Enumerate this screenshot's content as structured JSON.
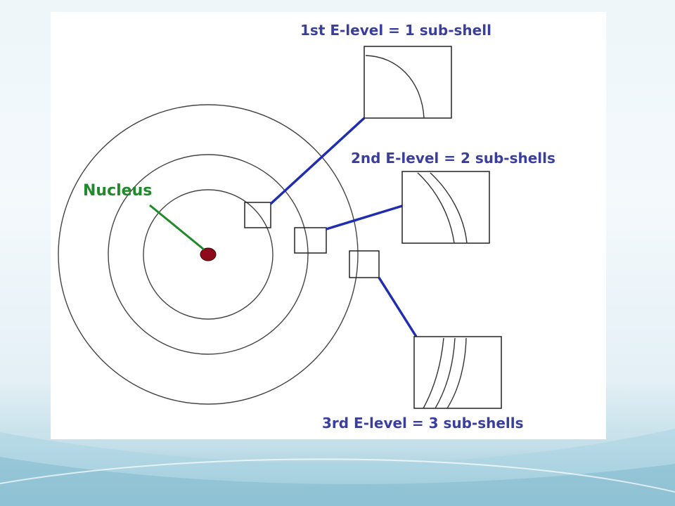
{
  "diagram": {
    "nucleus_label": "Nucleus",
    "levels": [
      {
        "label": "1st E-level = 1 sub-shell",
        "subshells": 1
      },
      {
        "label": "2nd E-level = 2 sub-shells",
        "subshells": 2
      },
      {
        "label": "3rd E-level = 3 sub-shells",
        "subshells": 3
      }
    ]
  },
  "colors": {
    "level_label": "#3a3f9e",
    "nucleus_label": "#1f8a2a",
    "nucleus_pointer": "#1f8a2a",
    "connector": "#1f2db0",
    "nucleus": "#8e0a1a",
    "shell_stroke": "#444444"
  }
}
